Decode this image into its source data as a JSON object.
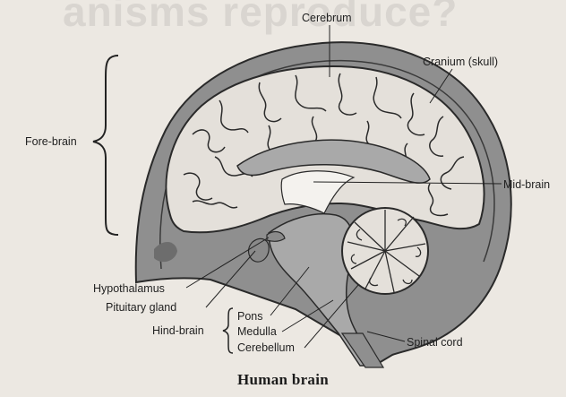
{
  "bleed_through": "anisms reproduce?",
  "labels": {
    "cerebrum": "Cerebrum",
    "cranium": "Cranium (skull)",
    "fore_brain": "Fore-brain",
    "mid_brain": "Mid-brain",
    "hypothalamus": "Hypothalamus",
    "pituitary": "Pituitary gland",
    "hind_brain": "Hind-brain",
    "pons": "Pons",
    "medulla": "Medulla",
    "cerebellum": "Cerebellum",
    "spinal_cord": "Spinal cord"
  },
  "caption": "Human brain",
  "colors": {
    "background": "#ece8e2",
    "skull": "#8f8f8f",
    "cortex": "#e4e0da",
    "gray_matter": "#a9a9a9",
    "outline": "#2a2a2a"
  }
}
